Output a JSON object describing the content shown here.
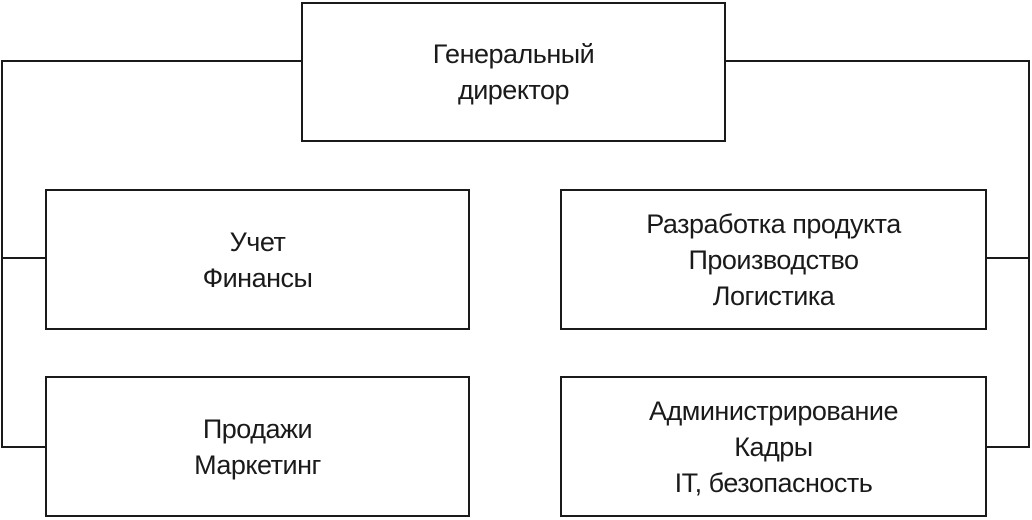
{
  "diagram": {
    "ceo": {
      "lines": [
        "Генеральный",
        "директор"
      ]
    },
    "finance": {
      "lines": [
        "Учет",
        "Финансы"
      ]
    },
    "sales": {
      "lines": [
        "Продажи",
        "Маркетинг"
      ]
    },
    "product": {
      "lines": [
        "Разработка продукта",
        "Производство",
        "Логистика"
      ]
    },
    "admin": {
      "lines": [
        "Администрирование",
        "Кадры",
        "IT, безопасность"
      ]
    }
  },
  "colors": {
    "line": "#1a1a1a",
    "background": "#ffffff"
  }
}
